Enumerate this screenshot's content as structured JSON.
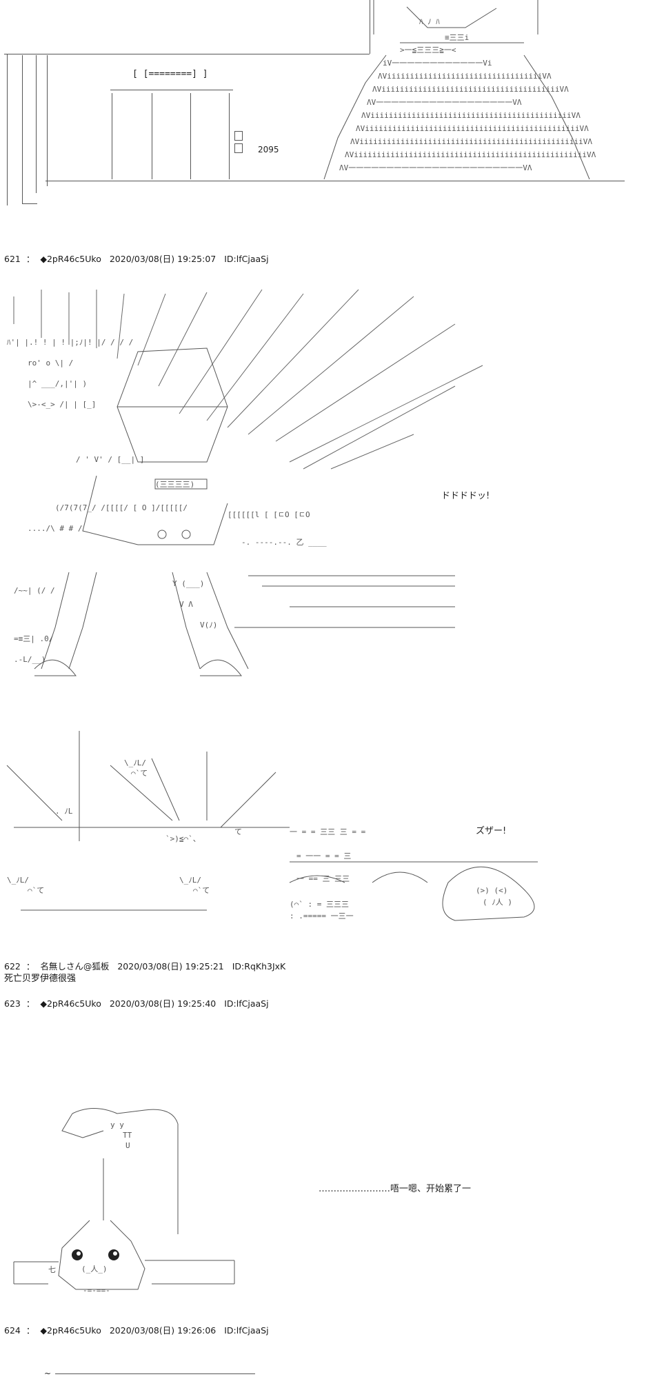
{
  "top_scene": {
    "counter_value": "2095",
    "sign_text": "[ [========] ]"
  },
  "posts": [
    {
      "number": "621",
      "separator": "：",
      "name": "◆2pR46c5Uko",
      "datetime": "2020/03/08(日) 19:25:07",
      "id": "ID:lfCjaaSj"
    },
    {
      "number": "622",
      "separator": "：",
      "name": "名無しさん@狐板",
      "datetime": "2020/03/08(日) 19:25:21",
      "id": "ID:RqKh3JxK",
      "body": "死亡贝罗伊德很强"
    },
    {
      "number": "623",
      "separator": "：",
      "name": "◆2pR46c5Uko",
      "datetime": "2020/03/08(日) 19:25:40",
      "id": "ID:lfCjaaSj"
    },
    {
      "number": "624",
      "separator": "：",
      "name": "◆2pR46c5Uko",
      "datetime": "2020/03/08(日) 19:26:06",
      "id": "ID:lfCjaaSj"
    }
  ],
  "sfx": {
    "dododo": "ドドドドッ!",
    "zuza": "ズザー!"
  },
  "captions": {
    "tired": "……………………唔一嗯、开始累了一"
  }
}
